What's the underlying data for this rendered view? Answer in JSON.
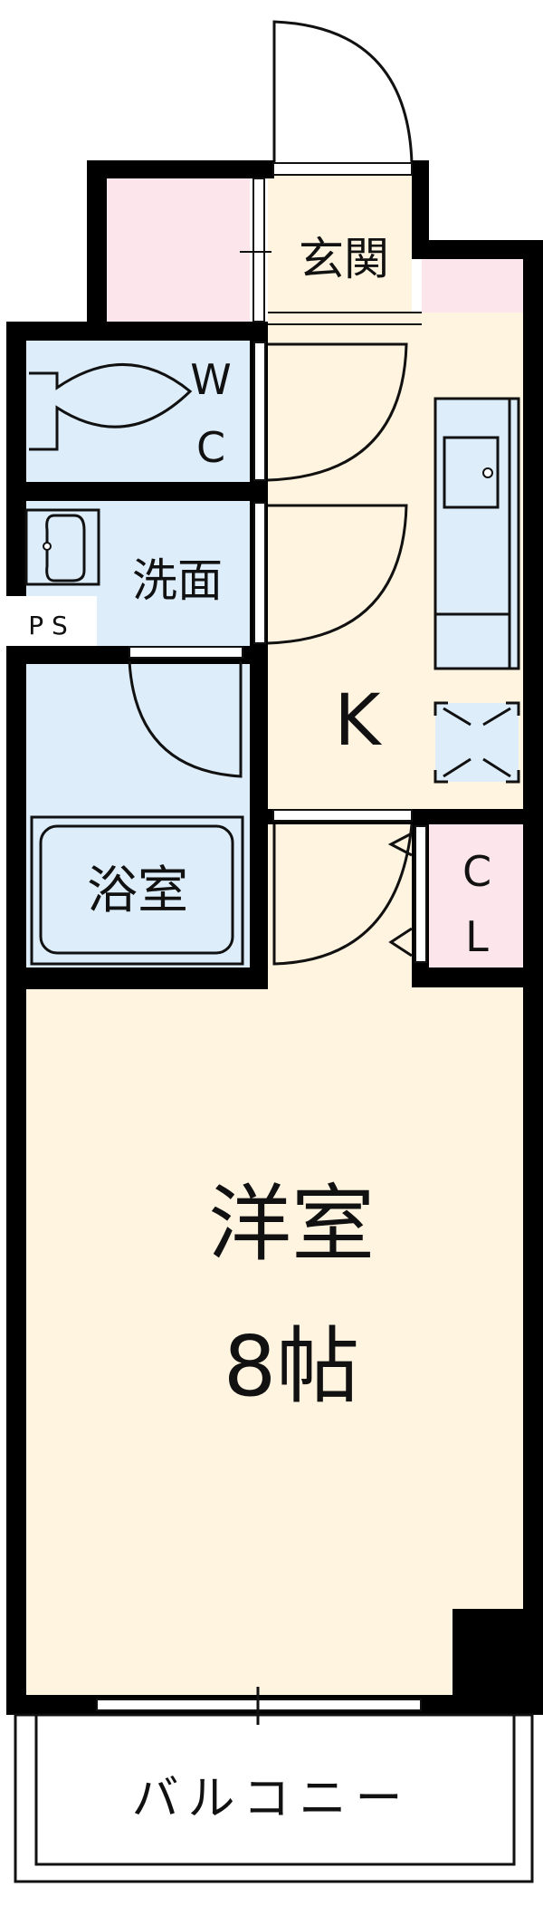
{
  "colors": {
    "living": "#FFF4E0",
    "wet": "#DDEEFA",
    "storage": "#FDE5EC",
    "wall": "#000000"
  },
  "rooms": {
    "entrance": "玄関",
    "toilet": [
      "W",
      "C"
    ],
    "washroom": "洗面",
    "pipe_space": "P S",
    "bathroom": "浴室",
    "kitchen": "K",
    "closet": [
      "C",
      "L"
    ],
    "western_room": "洋室",
    "western_room_size": "8帖",
    "balcony": "バルコニー"
  }
}
